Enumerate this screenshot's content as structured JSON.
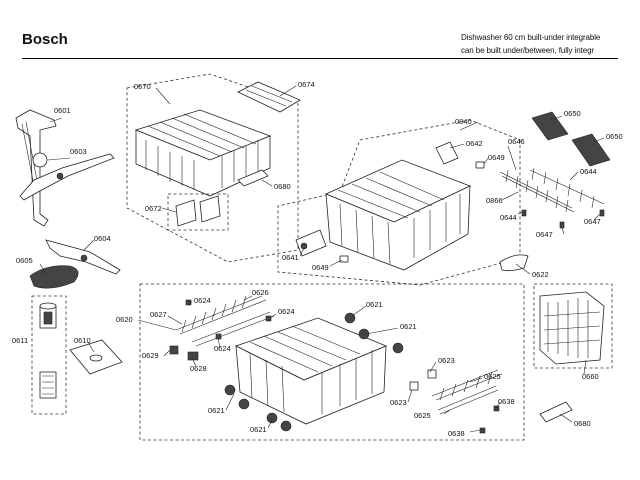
{
  "header": {
    "brand": "Bosch",
    "description_line1": "Dishwasher 60 cm built-under integrable",
    "description_line2": "can be built under/between, fully integr"
  },
  "part_labels": [
    "0601",
    "0603",
    "0604",
    "0605",
    "0610",
    "0611",
    "0670",
    "0674",
    "0672",
    "0680",
    "0840",
    "0650",
    "0650",
    "0642",
    "0646",
    "0649",
    "0644",
    "0866",
    "0644",
    "0647",
    "0647",
    "0641",
    "0649",
    "0622",
    "0620",
    "0624",
    "0626",
    "0627",
    "0624",
    "0624",
    "0629",
    "0628",
    "0621",
    "0621",
    "0621",
    "0621",
    "0623",
    "0625",
    "0623",
    "0625",
    "0638",
    "0638",
    "0660",
    "0680"
  ]
}
